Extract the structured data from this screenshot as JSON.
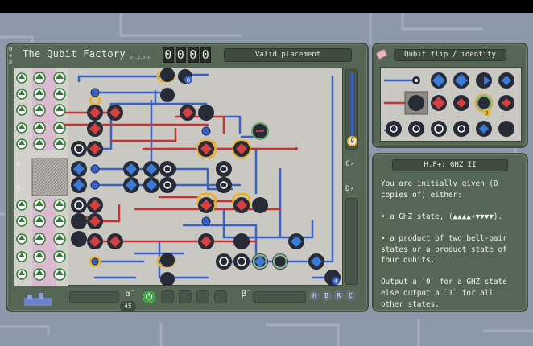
{
  "app": {
    "title": "The Qubit Factory",
    "version": "v1.2.0-3",
    "counter_digits": [
      "0",
      "0",
      "0",
      "0"
    ],
    "status": "Valid placement"
  },
  "ports": {
    "input_a": "A",
    "input_b": "B",
    "output_c": "C",
    "output_d": "D",
    "output_value": "0"
  },
  "controls": {
    "alpha_label": "α̂",
    "beta_label": "β̂",
    "speed_label": "45",
    "mode_buttons": [
      "H",
      "B",
      "R",
      "C"
    ]
  },
  "tool_panel": {
    "title": "Qubit flip / identity",
    "badge_value": "7"
  },
  "level": {
    "title": "H.F+: GHZ II",
    "text": "You are initially given (8\ncopies of) either:\n\n• a GHZ state, (▲▲▲▲+▼▼▼▼).\n\n• a product of two bell-pair\nstates or a product state of\nfour qubits.\n\nOutput a `0` for a GHZ state\nelse output a `1` for all\nother states."
  },
  "board_badges": {
    "top_right": "8",
    "bottom_right": "4"
  },
  "colors": {
    "panel": "#566654",
    "board": "#cac8c2",
    "wire_blue": "#3a62c6",
    "wire_red": "#c43434",
    "highlight_yellow": "#e8b32c",
    "background": "#8c99ab"
  },
  "icons": [
    "eraser-icon",
    "power-icon",
    "up-arrow-icon",
    "right-arrow-icon",
    "qubit-node-icon"
  ]
}
